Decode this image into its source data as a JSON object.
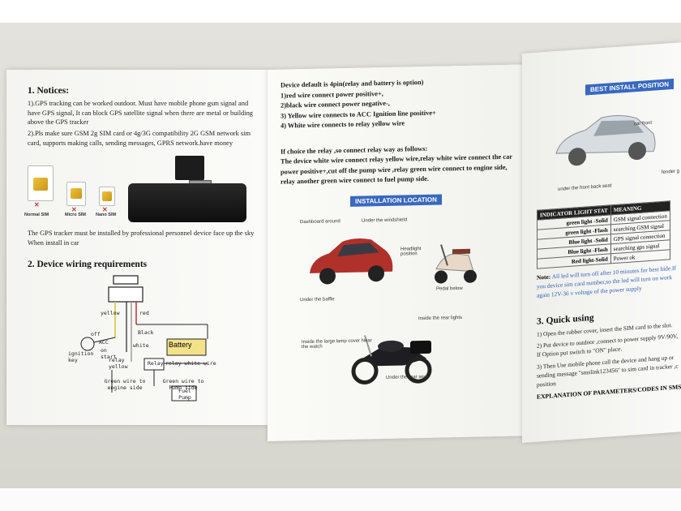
{
  "notices": {
    "heading": "1. Notices:",
    "p1": "1).GPS tracking can be worked outdoor. Must have mobile phone gsm signal and have GPS signal, It can block GPS satellite signal when there are metal or building above the GPS tracker",
    "p2": "2).Pls make sure GSM 2g SIM card or 4g/3G compatibility 2G GSM network sim card, supports making calls, sending messages, GPRS network.have money",
    "sims": [
      "Normal SIM",
      "Micro SIM",
      "Nano SIM"
    ],
    "install_note": "The GPS tracker must be installed by professional personnel device face up the sky When install in car"
  },
  "wiring": {
    "heading": "2. Device wiring requirements",
    "labels": {
      "yellow": "yellow",
      "red": "red",
      "black": "Black",
      "battery": "Battery",
      "white": "white",
      "off": "off",
      "acc": "ACC",
      "on": "on",
      "start": "start",
      "ignition": "ignition key",
      "relay_yellow": "relay yellow",
      "relay": "Relay",
      "relay_white": "relay white wire",
      "green_engine": "Green wire to engine side",
      "green_pump": "Green wire to Pump side",
      "fuel_pump": "Fuel Pump"
    }
  },
  "defaults": {
    "lines": [
      "Device default is 4pin(relay and battery is option)",
      "1)red wire connect power positive+,",
      "2)black wire connect power negative-,",
      "3) Yellow wire connects to ACC Ignition line positive+",
      "4) White wire connects to relay yellow wire"
    ],
    "relay_heading": "If choice the relay ,so connect relay way as follows:",
    "relay_text": "The device white wire connect relay yellow wire,relay white wire connect the car power positive+,cut off the pump wire ,relay green wire connect to engine side, relay another green wire connect to fuel pump side."
  },
  "installation": {
    "title": "INSTALLATION LOCATION",
    "labels": {
      "dashboard": "Dashboard around",
      "windshield": "Under the windshield",
      "headlight": "Headlight position",
      "pedal": "Pedal below",
      "baffle": "Under the baffle",
      "lamp_cover": "Inside the large lamp cover Near the watch",
      "rear_lights": "Inside the rear lights",
      "rear_seat": "Under the rear seat"
    }
  },
  "best": {
    "title": "BEST INSTALL POSITION",
    "labels": {
      "car_front": "car front",
      "fender": "fender g",
      "back_seat": "under the front back seat"
    }
  },
  "indicator": {
    "headers": [
      "INDICATOR LIGHT STAT",
      "MEANING"
    ],
    "rows": [
      [
        "green light -Solid",
        "GSM signal connection"
      ],
      [
        "green light -Flash",
        "searching GSM signal"
      ],
      [
        "Blue light -Solid",
        "GPS signal connection"
      ],
      [
        "Blue light -Flash",
        "searching gps signal"
      ],
      [
        "Red light-Solid",
        "Power ok"
      ]
    ],
    "note_label": "Note:",
    "note_text": "All led will turn off after 10 minutes for best hide.If you device sim card number,so the led will turn on work again 12V-36 v voltage of the power supply"
  },
  "quick": {
    "heading": "3. Quick using",
    "steps": [
      "1) Open the rubber cover, insert the SIM card to the slot.",
      "2) Put device to outdoor ,connect to power supply 9V/90V, If Option put switch to \"ON\" place.",
      "3) Then Use mobile phone call the device and hang up or sending message \"smslink123456\" to sim card in tracker ,c position"
    ],
    "explanation": "EXPLANATION OF PARAMETERS/CODES IN SMS MESSA"
  },
  "colors": {
    "accent_blue": "#3868c0",
    "car_red": "#b0302a",
    "battery_yellow": "#f3e28a"
  }
}
